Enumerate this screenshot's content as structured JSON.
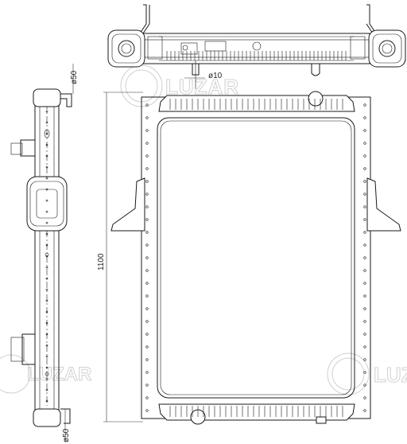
{
  "dimensions": {
    "height": "1100",
    "hole_diameter": "ø10",
    "top_pipe_diameter": "ø50",
    "bottom_pipe_diameter": "ø50"
  },
  "watermarks": {
    "brand": "LUZAR"
  }
}
